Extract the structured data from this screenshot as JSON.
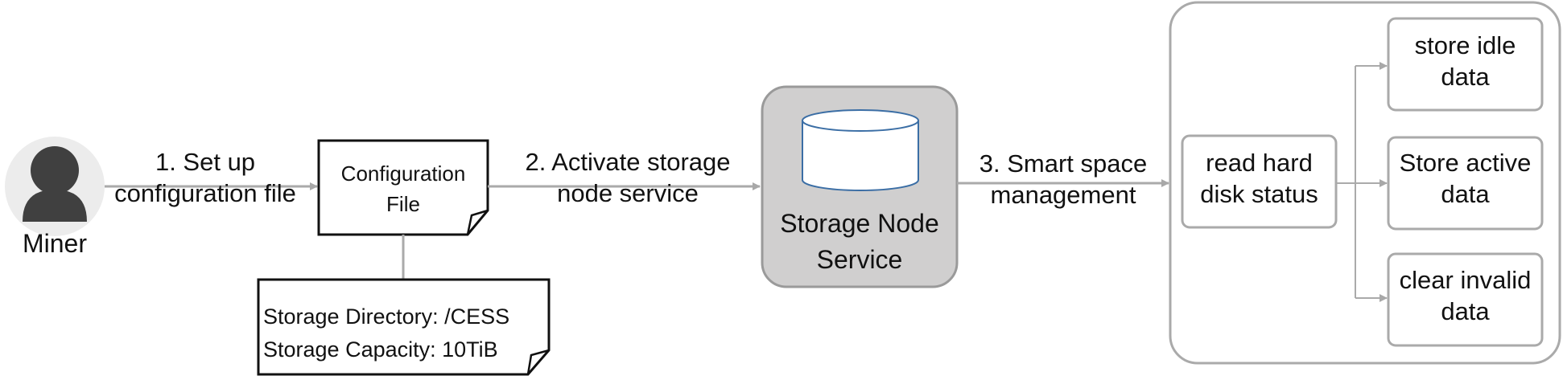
{
  "actor": {
    "label": "Miner",
    "icon": "user-icon"
  },
  "steps": {
    "step1": [
      "1. Set up",
      "configuration file"
    ],
    "step2": [
      "2. Activate storage",
      "node service"
    ],
    "step3": [
      "3. Smart space",
      "management"
    ]
  },
  "config_file": {
    "title": [
      "Configuration",
      "File"
    ]
  },
  "config_note": {
    "lines": [
      "Storage Directory: /CESS",
      "Storage Capacity: 10TiB"
    ]
  },
  "service": {
    "label": [
      "Storage Node",
      "Service"
    ],
    "icon": "database-icon"
  },
  "management": {
    "read_status": [
      "read hard",
      "disk status"
    ],
    "actions": [
      [
        "store idle",
        "data"
      ],
      [
        "Store active",
        "data"
      ],
      [
        "clear invalid",
        "data"
      ]
    ]
  },
  "colors": {
    "line": "#aaaaaa",
    "service_fill": "#d0cfcf",
    "service_border": "#9a9a9a",
    "db_stroke": "#3b6ea5",
    "person": "#3f3f3f",
    "person_bg": "#ececec"
  }
}
